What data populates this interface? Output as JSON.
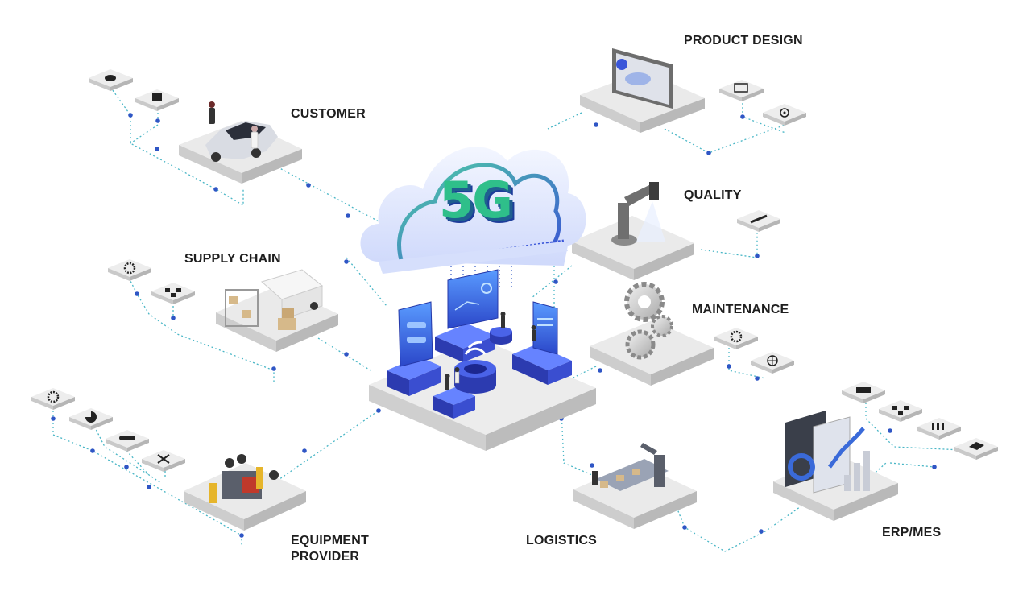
{
  "cloud": {
    "label": "5G"
  },
  "nodes": {
    "customer": {
      "label": "CUSTOMER"
    },
    "supply_chain": {
      "label": "SUPPLY CHAIN"
    },
    "equipment_provider": {
      "label": "EQUIPMENT PROVIDER"
    },
    "product_design": {
      "label": "PRODUCT DESIGN"
    },
    "quality": {
      "label": "QUALITY"
    },
    "maintenance": {
      "label": "MAINTENANCE"
    },
    "logistics": {
      "label": "LOGISTICS"
    },
    "erp_mes": {
      "label": "ERP/MES"
    }
  },
  "icon_tiles": {
    "customer": [
      "eye-icon",
      "shopping-bag-icon"
    ],
    "product_design": [
      "monitor-icon",
      "target-icon"
    ],
    "supply_chain": [
      "gear-icon",
      "network-icon"
    ],
    "quality": [
      "wrench-icon"
    ],
    "maintenance": [
      "gear-icon",
      "wheel-icon"
    ],
    "equipment_provider": [
      "gear-icon",
      "pie-chart-icon",
      "car-icon",
      "tools-icon"
    ],
    "erp_mes": [
      "truck-icon",
      "network-icon",
      "factory-icon",
      "tag-icon"
    ]
  },
  "colors": {
    "line": "#49b6c6",
    "dot": "#2f56c5",
    "platform_top": "#eaeaea",
    "platform_side": "#c8c8c8",
    "accent_blue": "#3a56d9",
    "accent_green": "#3fae87"
  }
}
